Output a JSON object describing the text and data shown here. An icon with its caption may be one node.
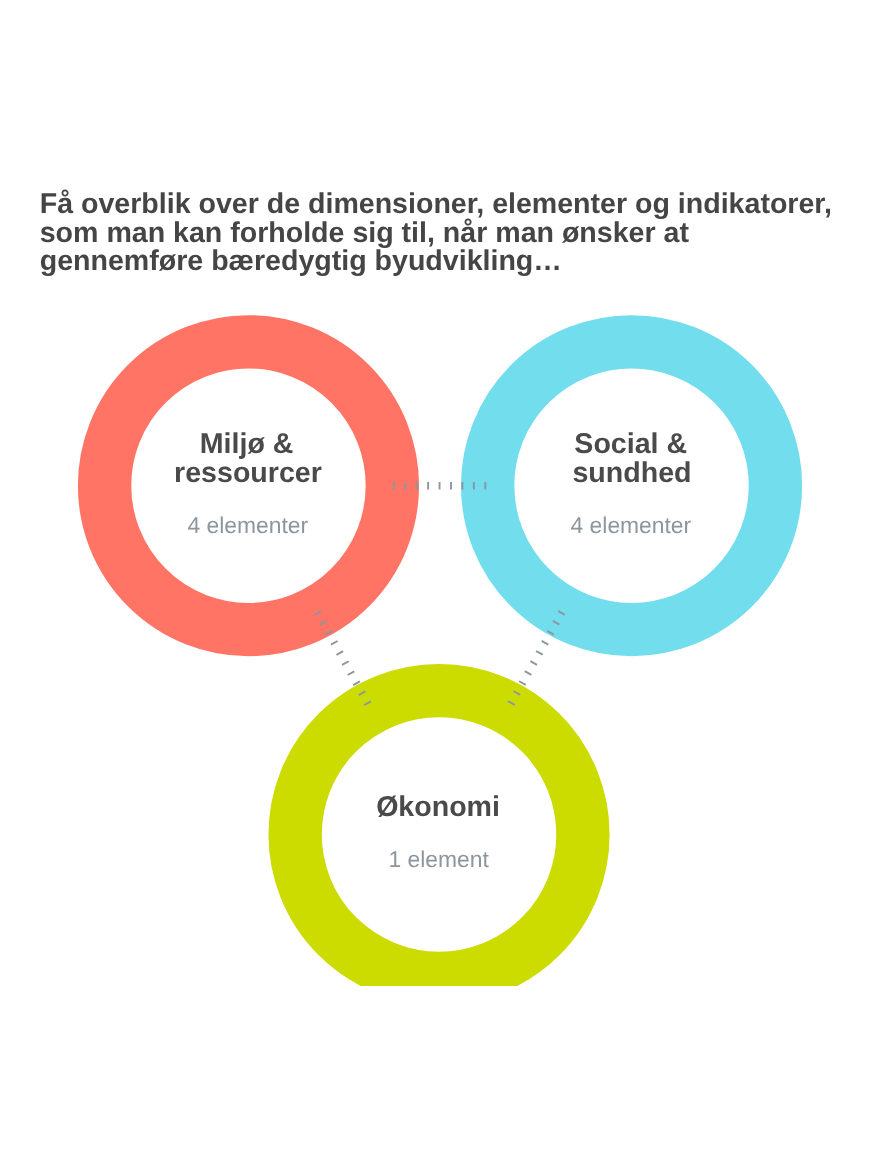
{
  "diagram": {
    "title": "Få overblik over de dimensioner, elementer og indikatorer, som man kan forholde sig til, når man ønsker at gennemføre bæredygtig byudvikling…",
    "nodes": [
      {
        "text": [
          "Miljø & ressourcer",
          "4 elementer"
        ]
      },
      {
        "text": [
          "Social & sundhed",
          "4 elementer"
        ]
      },
      {
        "text": [
          "Økonomi",
          "1 element"
        ]
      }
    ],
    "edges": [
      {
        "from": 0,
        "to": 1,
        "arrow": "none"
      },
      {
        "from": 0,
        "to": 2,
        "arrow": "none"
      },
      {
        "from": 1,
        "to": 2,
        "arrow": "none"
      }
    ]
  }
}
